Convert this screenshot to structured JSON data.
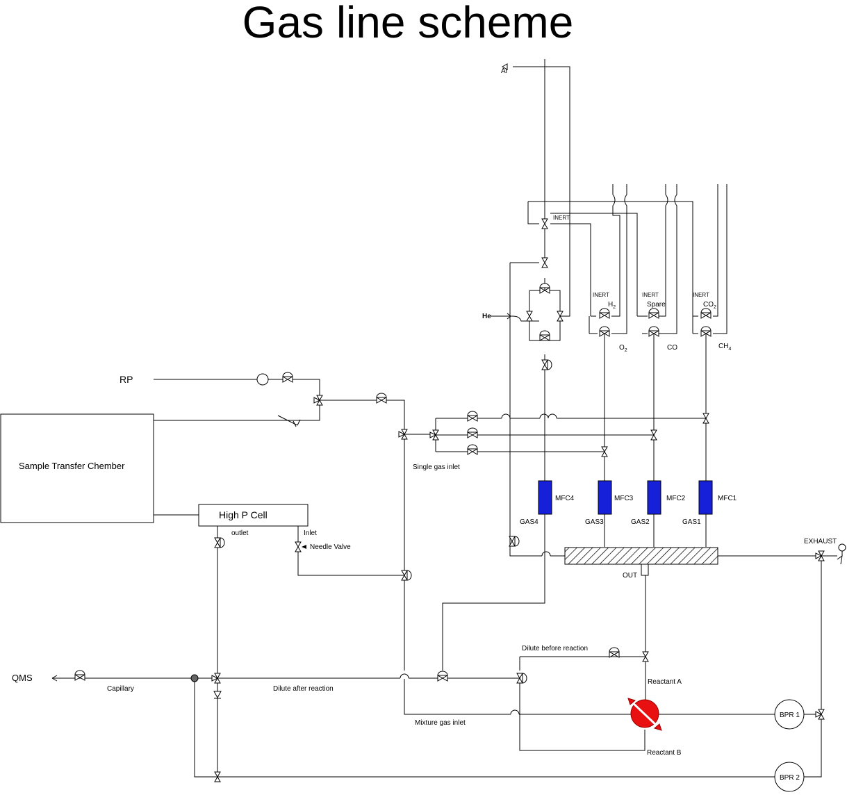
{
  "title": "Gas line scheme",
  "labels": {
    "rp": "RP",
    "qms": "QMS",
    "ar": "Ar",
    "he": "He",
    "sample_transfer": "Sample Transfer Chember",
    "high_p_cell": "High P Cell",
    "outlet": "outlet",
    "inlet": "Inlet",
    "needle_valve": "Needle  Valve",
    "single_gas_inlet": "Single gas inlet",
    "mixture_gas_inlet": "Mixture  gas inlet",
    "capillary": "Capillary",
    "dilute_after": "Dilute after reaction",
    "dilute_before": "Dilute before reaction",
    "reactant_a": "Reactant A",
    "reactant_b": "Reactant B",
    "exhaust": "EXHAUST",
    "out": "OUT",
    "bpr1": "BPR 1",
    "bpr2": "BPR 2",
    "inert": "INERT",
    "h2_base": "H",
    "h2_sub": "2",
    "o2_base": "O",
    "o2_sub": "2",
    "co2_base": "CO",
    "co2_sub": "2",
    "ch4_base": "CH",
    "ch4_sub": "4",
    "spare": "Spare",
    "co": "CO"
  },
  "mfcs": [
    {
      "name": "MFC4",
      "gas": "GAS4"
    },
    {
      "name": "MFC3",
      "gas": "GAS3"
    },
    {
      "name": "MFC2",
      "gas": "GAS2"
    },
    {
      "name": "MFC1",
      "gas": "GAS1"
    }
  ],
  "colors": {
    "mfc": "#1520d8",
    "reactor": "#e81010"
  }
}
